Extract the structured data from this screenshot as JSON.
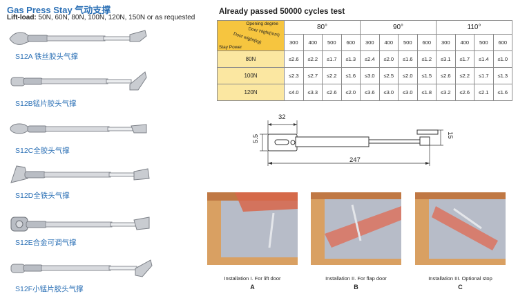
{
  "header": {
    "title": "Gas Press Stay  气动支撑",
    "lift_label": "Lift-load:",
    "lift_values": " 50N, 60N, 80N, 100N, 120N, 150N or as requested"
  },
  "products": [
    {
      "label": "S12A 铁丝胶头气撑"
    },
    {
      "label": "S12B锰片胶头气撑"
    },
    {
      "label": "S12C全胶头气撑"
    },
    {
      "label": "S12D全铁头气撑"
    },
    {
      "label": "S12E合金可调气撑"
    },
    {
      "label": "S12F小锰片胶头气撑"
    }
  ],
  "table": {
    "caption": "Already passed 50000 cycles test",
    "corner": {
      "opening_degree": "Opening degree",
      "door_height": "Door Hight(mm)",
      "door_weight": "Door wight(kg)",
      "stay_power": "Stay Power"
    },
    "angles": [
      "80°",
      "90°",
      "110°"
    ],
    "sizes": [
      "300",
      "400",
      "500",
      "600",
      "300",
      "400",
      "500",
      "600",
      "300",
      "400",
      "500",
      "600"
    ],
    "rows": [
      {
        "load": "80N",
        "cells": [
          "≤2.6",
          "≤2.2",
          "≤1.7",
          "≤1.3",
          "≤2.4",
          "≤2.0",
          "≤1.6",
          "≤1.2",
          "≤3.1",
          "≤1.7",
          "≤1.4",
          "≤1.0"
        ]
      },
      {
        "load": "100N",
        "cells": [
          "≤2.3",
          "≤2.7",
          "≤2.2",
          "≤1.6",
          "≤3.0",
          "≤2.5",
          "≤2.0",
          "≤1.5",
          "≤2.6",
          "≤2.2",
          "≤1.7",
          "≤1.3"
        ]
      },
      {
        "load": "120N",
        "cells": [
          "≤4.0",
          "≤3.3",
          "≤2.6",
          "≤2.0",
          "≤3.6",
          "≤3.0",
          "≤3.0",
          "≤1.8",
          "≤3.2",
          "≤2.6",
          "≤2.1",
          "≤1.6"
        ]
      }
    ]
  },
  "drawing": {
    "dim_top": "32",
    "dim_left": "5.5",
    "dim_right": "15",
    "dim_length": "247"
  },
  "installations": [
    {
      "caption": "Installation I. For lift door",
      "letter": "A"
    },
    {
      "caption": "Installation II. For flap door",
      "letter": "B"
    },
    {
      "caption": "Installation III. Optional stop",
      "letter": "C"
    }
  ],
  "colors": {
    "title_blue": "#2a6fb5",
    "header_gold": "#f6c53f",
    "load_cell": "#fbe7a1"
  }
}
